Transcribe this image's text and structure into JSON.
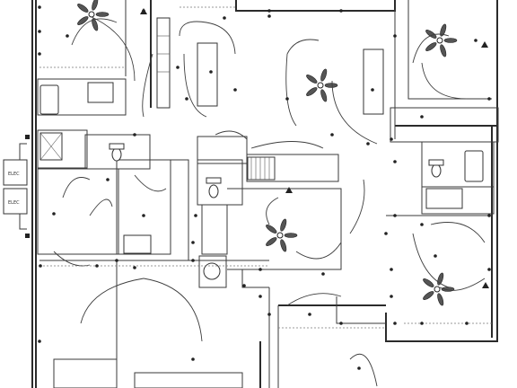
{
  "panel_labels": [
    "ELEC",
    "ELEC"
  ],
  "ceiling_fans": [
    "fan-bed-top-left",
    "fan-living",
    "fan-bed-top-right",
    "fan-great-room",
    "fan-bed-bottom-right"
  ]
}
